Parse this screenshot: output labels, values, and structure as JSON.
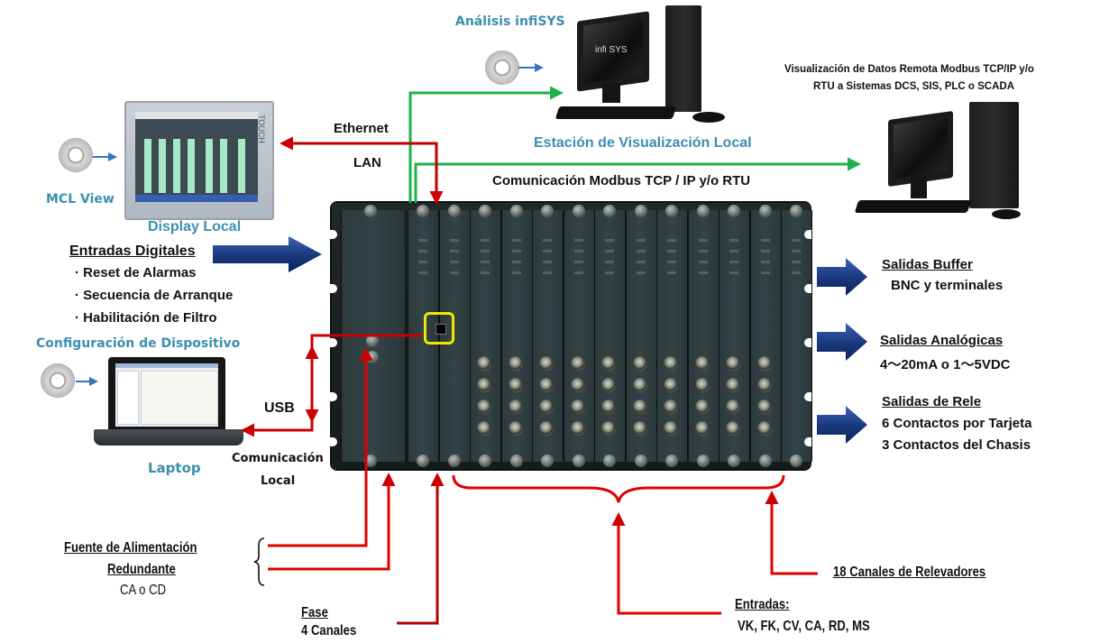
{
  "colors": {
    "accent_cyan": "#3a8fb0",
    "line_red": "#cc0000",
    "line_green": "#1db34a",
    "arrow_blue": "#1a3a80",
    "highlight_yellow": "#f2e600"
  },
  "software": {
    "infisys": {
      "label": "Análisis infiSYS",
      "icon": "cd-icon"
    },
    "mcl": {
      "label": "MCL View",
      "icon": "cd-icon"
    },
    "config": {
      "label": "Configuración de Dispositivo",
      "icon": "cd-icon"
    }
  },
  "devices": {
    "local_station": "Estación de Visualización Local",
    "remote": {
      "line1": "Visualización de Datos Remota Modbus TCP/IP y/o",
      "line2": "RTU a Sistemas DCS, SIS, PLC o SCADA"
    },
    "display_local": "Display Local",
    "laptop": "Laptop",
    "monitor_brand": "infi SYS",
    "touch_label": "TOUCH"
  },
  "links": {
    "ethernet": "Ethernet",
    "lan": "LAN",
    "modbus": "Comunicación Modbus TCP / IP y/o RTU",
    "usb": "USB",
    "local_comm_line1": "Comunicación",
    "local_comm_line2": "Local"
  },
  "inputs_digital": {
    "title": "Entradas Digitales",
    "items": [
      "Reset  de Alarmas",
      "Secuencia de Arranque",
      "Habilitación de Filtro"
    ]
  },
  "outputs": [
    {
      "title": "Salidas Buffer",
      "lines": [
        "BNC y terminales"
      ]
    },
    {
      "title": "Salidas Analógicas",
      "lines": [
        "4～20mA o 1～5VDC"
      ]
    },
    {
      "title": "Salidas de Rele",
      "lines": [
        "6 Contactos por Tarjeta",
        "3 Contactos del Chasis"
      ]
    }
  ],
  "bottom": {
    "power": {
      "line1": "Fuente de  Alimentación",
      "line2": "Redundante",
      "line3": "CA o CD"
    },
    "phase": {
      "line1": "Fase",
      "line2": "4 Canales"
    },
    "inputs": {
      "title": "Entradas:",
      "list": "VK, FK, CV, CA, RD, MS"
    },
    "relays": "18 Canales de Relevadores"
  }
}
